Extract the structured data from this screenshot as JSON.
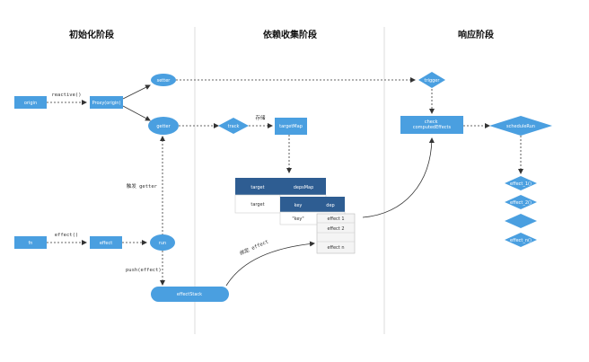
{
  "headers": {
    "init": "初始化阶段",
    "collect": "依赖收集阶段",
    "respond": "响应阶段"
  },
  "colors": {
    "node": "#4a9fe0",
    "node_dark": "#3b8fd6",
    "table_header": "#2e5d92",
    "divider": "#dddddd",
    "arrow": "#333333"
  },
  "nodes": {
    "origin": "origin",
    "proxy": "Proxy(origin)",
    "setter": "setter",
    "getter": "getter",
    "track": "track",
    "target_map": "targetMap",
    "trigger": "trigger",
    "check": "check\ncomputedEffects",
    "schedule_run": "scheduleRun",
    "fn": "fn",
    "effect": "effect",
    "run": "run",
    "effect_stack": "effectStack",
    "effect_queue": [
      "effect_1()",
      "effect_2()",
      "",
      "effect_n()"
    ]
  },
  "labels": {
    "reactive": "reactive()",
    "effect_call": "effect()",
    "trigger_getter": "触发 getter",
    "push_effect": "push(effect)",
    "store": "存储",
    "bind_effect": "绑定 effect"
  },
  "tables": {
    "target_map": {
      "headers": [
        "target",
        "depsMap"
      ],
      "cell": "target"
    },
    "deps_map": {
      "headers": [
        "key",
        "dep"
      ],
      "cell": "\"key\""
    },
    "dep": [
      "effect 1",
      "effect 2",
      "",
      "effect n"
    ]
  }
}
